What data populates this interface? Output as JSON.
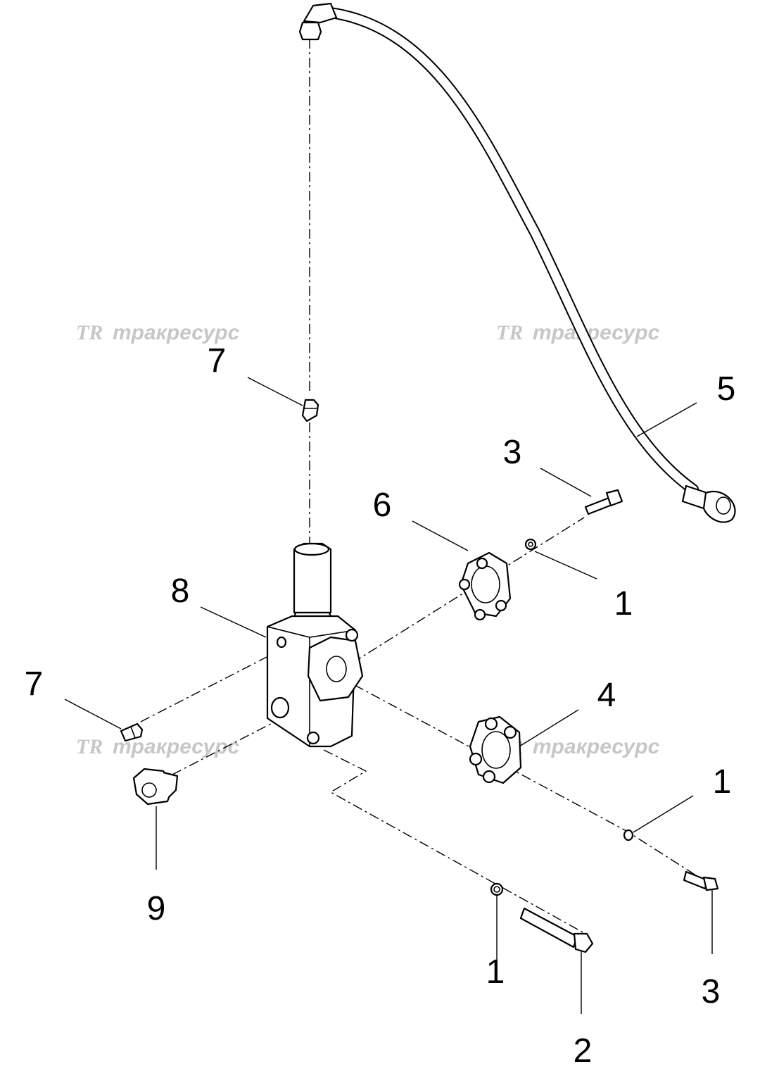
{
  "diagram": {
    "watermark": {
      "logo": "TR",
      "text": "тракресурс"
    },
    "callouts": [
      {
        "id": "c7a",
        "label": "7"
      },
      {
        "id": "c5",
        "label": "5"
      },
      {
        "id": "c3a",
        "label": "3"
      },
      {
        "id": "c6",
        "label": "6"
      },
      {
        "id": "c8",
        "label": "8"
      },
      {
        "id": "c1a",
        "label": "1"
      },
      {
        "id": "c7b",
        "label": "7"
      },
      {
        "id": "c4",
        "label": "4"
      },
      {
        "id": "c1b",
        "label": "1"
      },
      {
        "id": "c9",
        "label": "9"
      },
      {
        "id": "c1c",
        "label": "1"
      },
      {
        "id": "c3b",
        "label": "3"
      },
      {
        "id": "c2",
        "label": "2"
      }
    ]
  }
}
